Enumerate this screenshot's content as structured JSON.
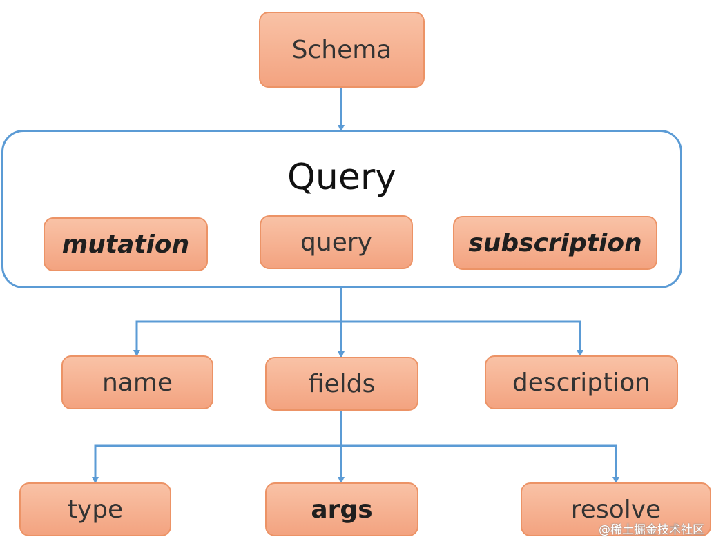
{
  "diagram": {
    "root": "Schema",
    "group": {
      "title": "Query",
      "items": [
        "mutation",
        "query",
        "subscription"
      ]
    },
    "level2": [
      "name",
      "fields",
      "description"
    ],
    "level3": [
      "type",
      "args",
      "resolve"
    ]
  },
  "colors": {
    "node_fill": "#f6b08f",
    "node_border": "#ec9366",
    "connector": "#5b9bd5",
    "group_border": "#5b9bd5"
  },
  "watermark": "@稀土掘金技术社区"
}
